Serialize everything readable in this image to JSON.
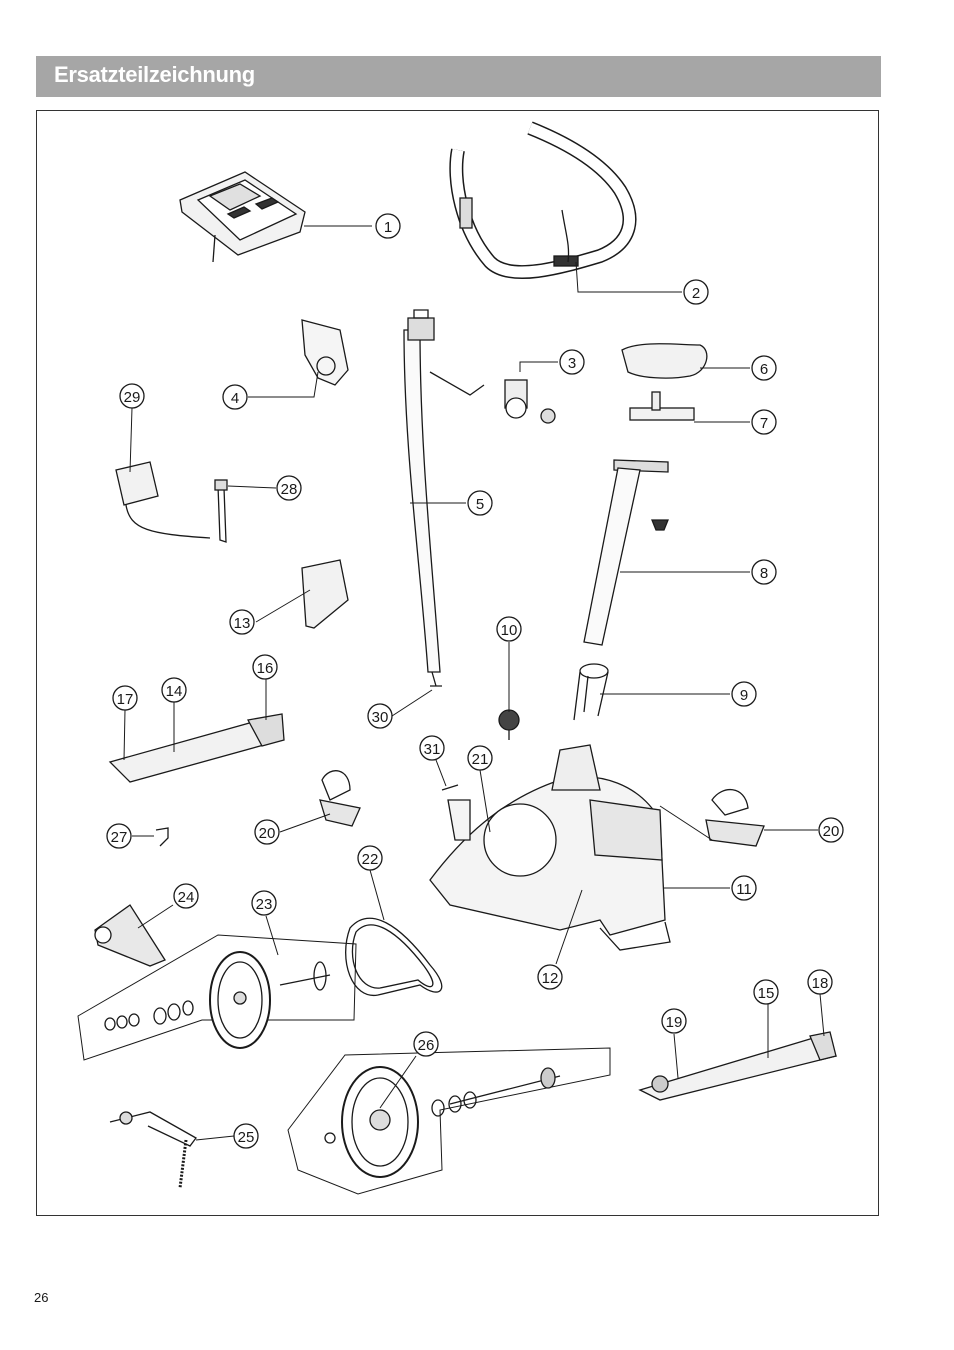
{
  "header": {
    "title": "Ersatzteilzeichnung"
  },
  "page": {
    "number": "26"
  },
  "callouts": [
    {
      "id": "c1",
      "label": "1"
    },
    {
      "id": "c2",
      "label": "2"
    },
    {
      "id": "c3",
      "label": "3"
    },
    {
      "id": "c4",
      "label": "4"
    },
    {
      "id": "c5",
      "label": "5"
    },
    {
      "id": "c6",
      "label": "6"
    },
    {
      "id": "c7",
      "label": "7"
    },
    {
      "id": "c8",
      "label": "8"
    },
    {
      "id": "c9",
      "label": "9"
    },
    {
      "id": "c10",
      "label": "10"
    },
    {
      "id": "c11",
      "label": "11"
    },
    {
      "id": "c12",
      "label": "12"
    },
    {
      "id": "c13",
      "label": "13"
    },
    {
      "id": "c14",
      "label": "14"
    },
    {
      "id": "c15",
      "label": "15"
    },
    {
      "id": "c16",
      "label": "16"
    },
    {
      "id": "c17",
      "label": "17"
    },
    {
      "id": "c18",
      "label": "18"
    },
    {
      "id": "c19",
      "label": "19"
    },
    {
      "id": "c20a",
      "label": "20"
    },
    {
      "id": "c20b",
      "label": "20"
    },
    {
      "id": "c21",
      "label": "21"
    },
    {
      "id": "c22",
      "label": "22"
    },
    {
      "id": "c23",
      "label": "23"
    },
    {
      "id": "c24",
      "label": "24"
    },
    {
      "id": "c25",
      "label": "25"
    },
    {
      "id": "c26",
      "label": "26"
    },
    {
      "id": "c27",
      "label": "27"
    },
    {
      "id": "c28",
      "label": "28"
    },
    {
      "id": "c29",
      "label": "29"
    },
    {
      "id": "c30",
      "label": "30"
    },
    {
      "id": "c31",
      "label": "31"
    }
  ]
}
